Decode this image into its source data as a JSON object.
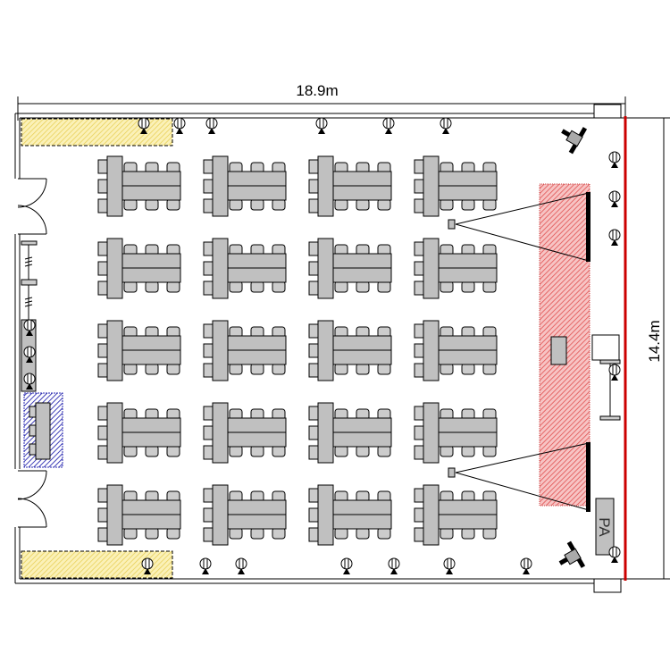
{
  "plan": {
    "width_label": "18.9m",
    "height_label": "14.4m",
    "pa_label": "PA"
  },
  "colors": {
    "wall": "#000000",
    "stage_wall": "#cc0000",
    "table": "#c0c0c0",
    "reserved_area": "#f5e27a",
    "stage_area": "#e06060",
    "reception_area": "#2a2ab0"
  }
}
